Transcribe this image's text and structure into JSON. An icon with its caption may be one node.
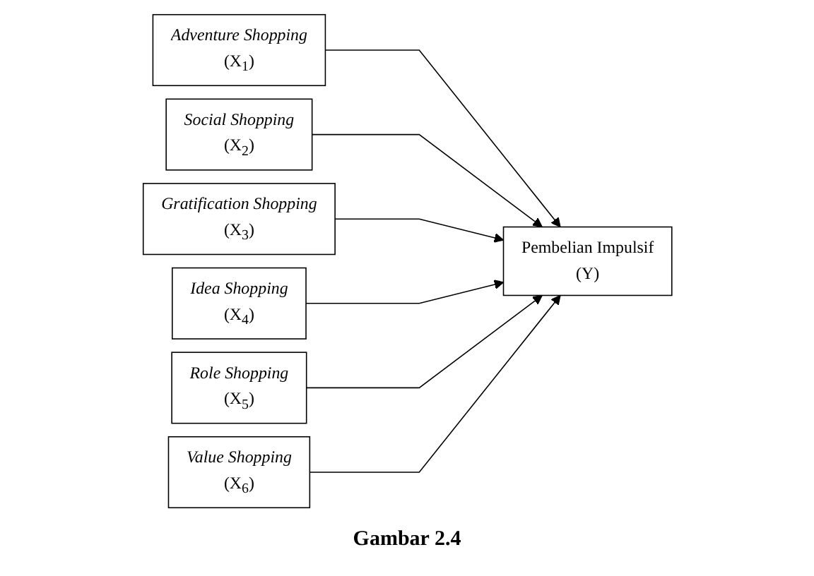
{
  "diagram": {
    "caption": "Gambar 2.4",
    "nodes": [
      {
        "text": [
          "Adventure Shopping",
          "(X$_{1}$)"
        ]
      },
      {
        "text": [
          "Social Shopping",
          "(X$_{2}$)"
        ]
      },
      {
        "text": [
          "Gratification Shopping",
          "(X$_{3}$)"
        ]
      },
      {
        "text": [
          "Idea Shopping",
          "(X$_{4}$)"
        ]
      },
      {
        "text": [
          "Role Shopping",
          "(X$_{5}$)"
        ]
      },
      {
        "text": [
          "Value Shopping",
          "(X$_{6}$)"
        ]
      },
      {
        "text": [
          "Pembelian Impulsif",
          "(Y)"
        ]
      }
    ],
    "edges": [
      {
        "from": 0,
        "to": 6,
        "arrow": "to"
      },
      {
        "from": 1,
        "to": 6,
        "arrow": "to"
      },
      {
        "from": 2,
        "to": 6,
        "arrow": "to"
      },
      {
        "from": 3,
        "to": 6,
        "arrow": "to"
      },
      {
        "from": 4,
        "to": 6,
        "arrow": "to"
      },
      {
        "from": 5,
        "to": 6,
        "arrow": "to"
      }
    ]
  }
}
